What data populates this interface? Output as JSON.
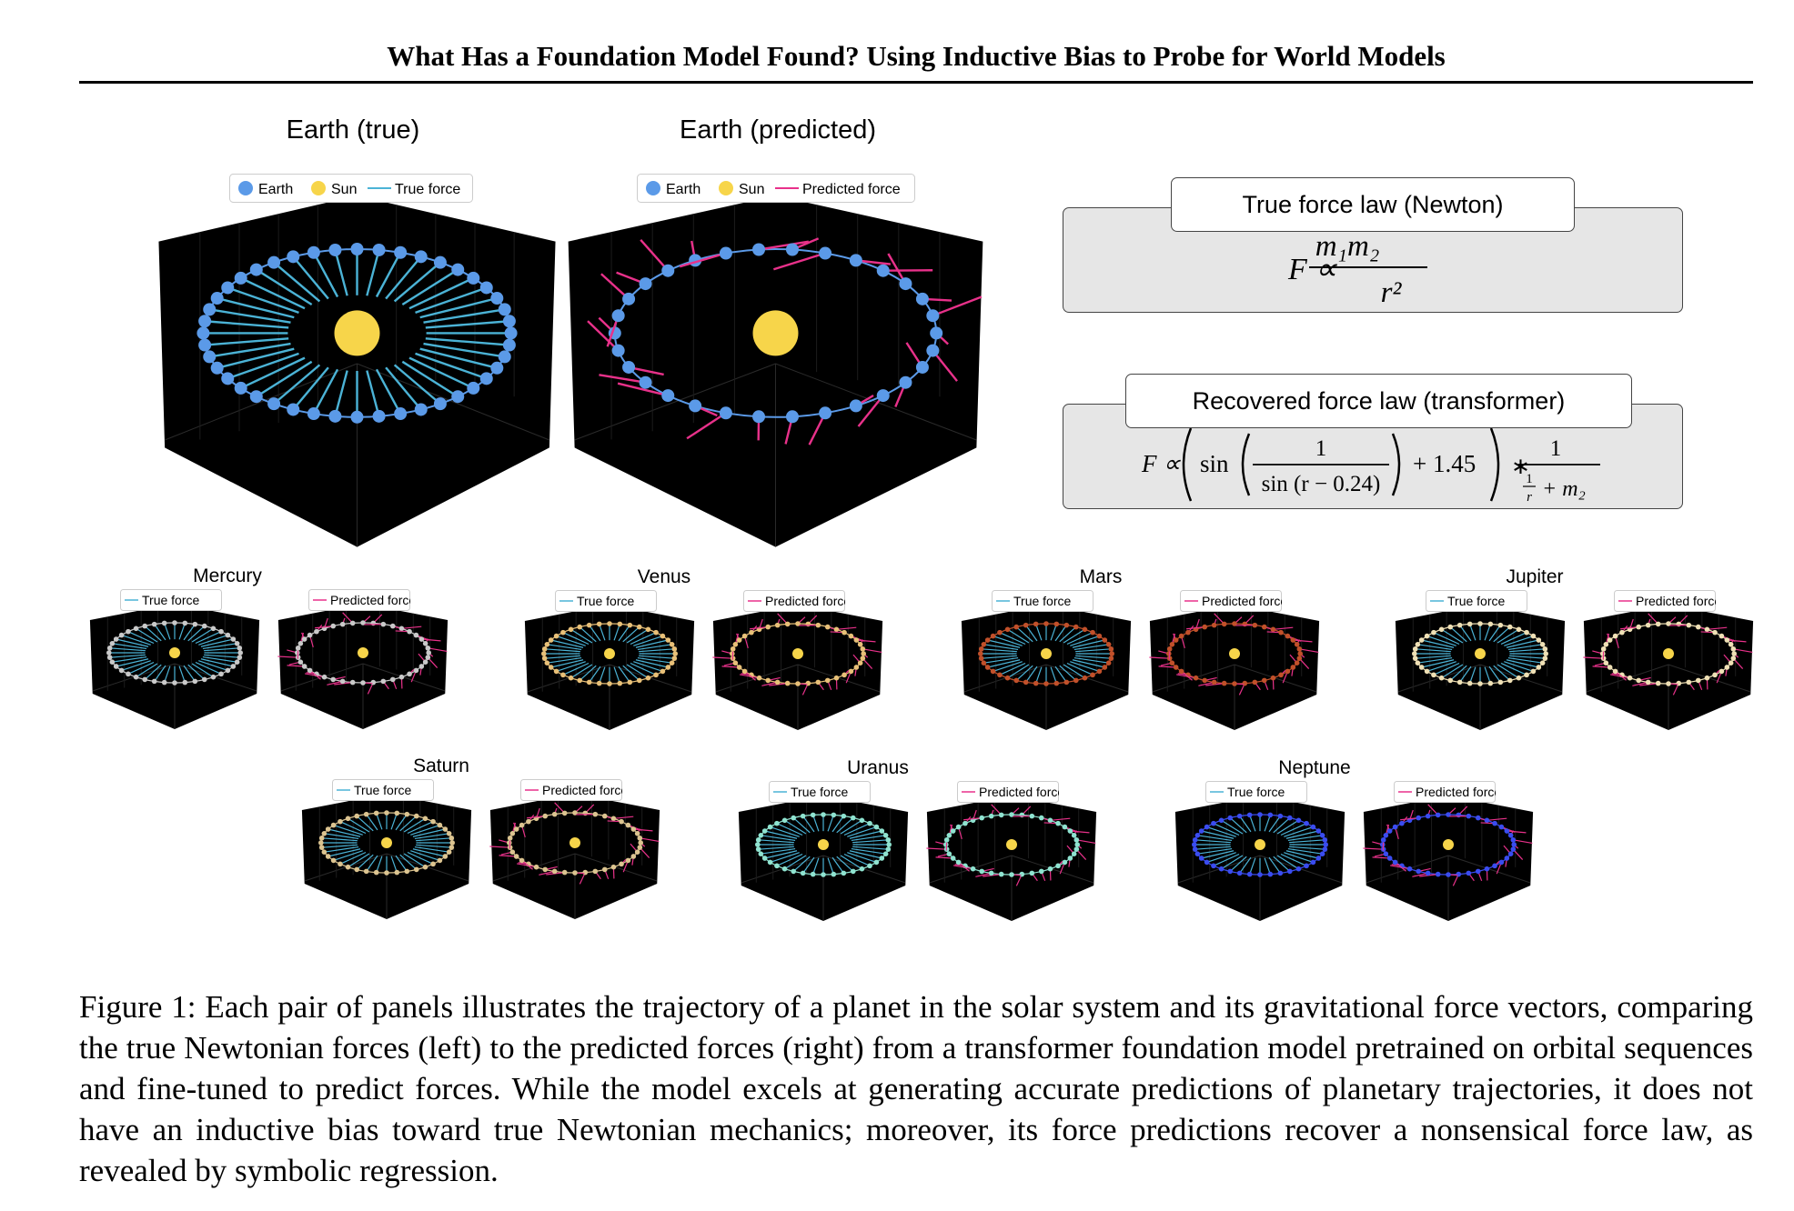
{
  "header": "What Has a Foundation Model Found? Using Inductive Bias to Probe for World Models",
  "earth": {
    "true_title": "Earth (true)",
    "pred_title": "Earth (predicted)",
    "legend_earth": "Earth",
    "legend_sun": "Sun",
    "legend_true": "True force",
    "legend_pred": "Predicted force",
    "earth_color": "#5b9ae8",
    "sun_color": "#f7d54a"
  },
  "true_law": {
    "title": "True force law (Newton)",
    "lhs": "F ∝",
    "num": "m₁m₂",
    "den": "r²"
  },
  "recovered_law": {
    "title": "Recovered force law (transformer)",
    "lhs": "F ∝",
    "sin": "sin",
    "inner_num": "1",
    "inner_den": "sin (r − 0.24)",
    "plus": "+ 1.45",
    "times": "∗",
    "right_num": "1",
    "right_den_frac_num": "1",
    "right_den_frac_den": "r",
    "right_den_rest": "+ m₂"
  },
  "planets": [
    {
      "name": "Mercury",
      "color": "#c9c9c9"
    },
    {
      "name": "Venus",
      "color": "#e8c078"
    },
    {
      "name": "Mars",
      "color": "#c1502a"
    },
    {
      "name": "Jupiter",
      "color": "#efe0b5"
    },
    {
      "name": "Saturn",
      "color": "#dcc490"
    },
    {
      "name": "Uranus",
      "color": "#8fe3d0"
    },
    {
      "name": "Neptune",
      "color": "#3a4cf0"
    }
  ],
  "small_legend_true": "True force",
  "small_legend_pred": "Predicted force",
  "colors": {
    "true_force": "#4bb3d6",
    "pred_force": "#e8318a",
    "panel_bg": "#000000"
  },
  "caption": "Figure 1: Each pair of panels illustrates the trajectory of a planet in the solar system and its gravitational force vectors, comparing the true Newtonian forces (left) to the predicted forces (right) from a transformer foundation model pretrained on orbital sequences and fine-tuned to predict forces. While the model excels at generating accurate predictions of planetary trajectories, it does not have an inductive bias toward true Newtonian mechanics; moreover, its force predictions recover a nonsensical force law, as revealed by symbolic regression."
}
